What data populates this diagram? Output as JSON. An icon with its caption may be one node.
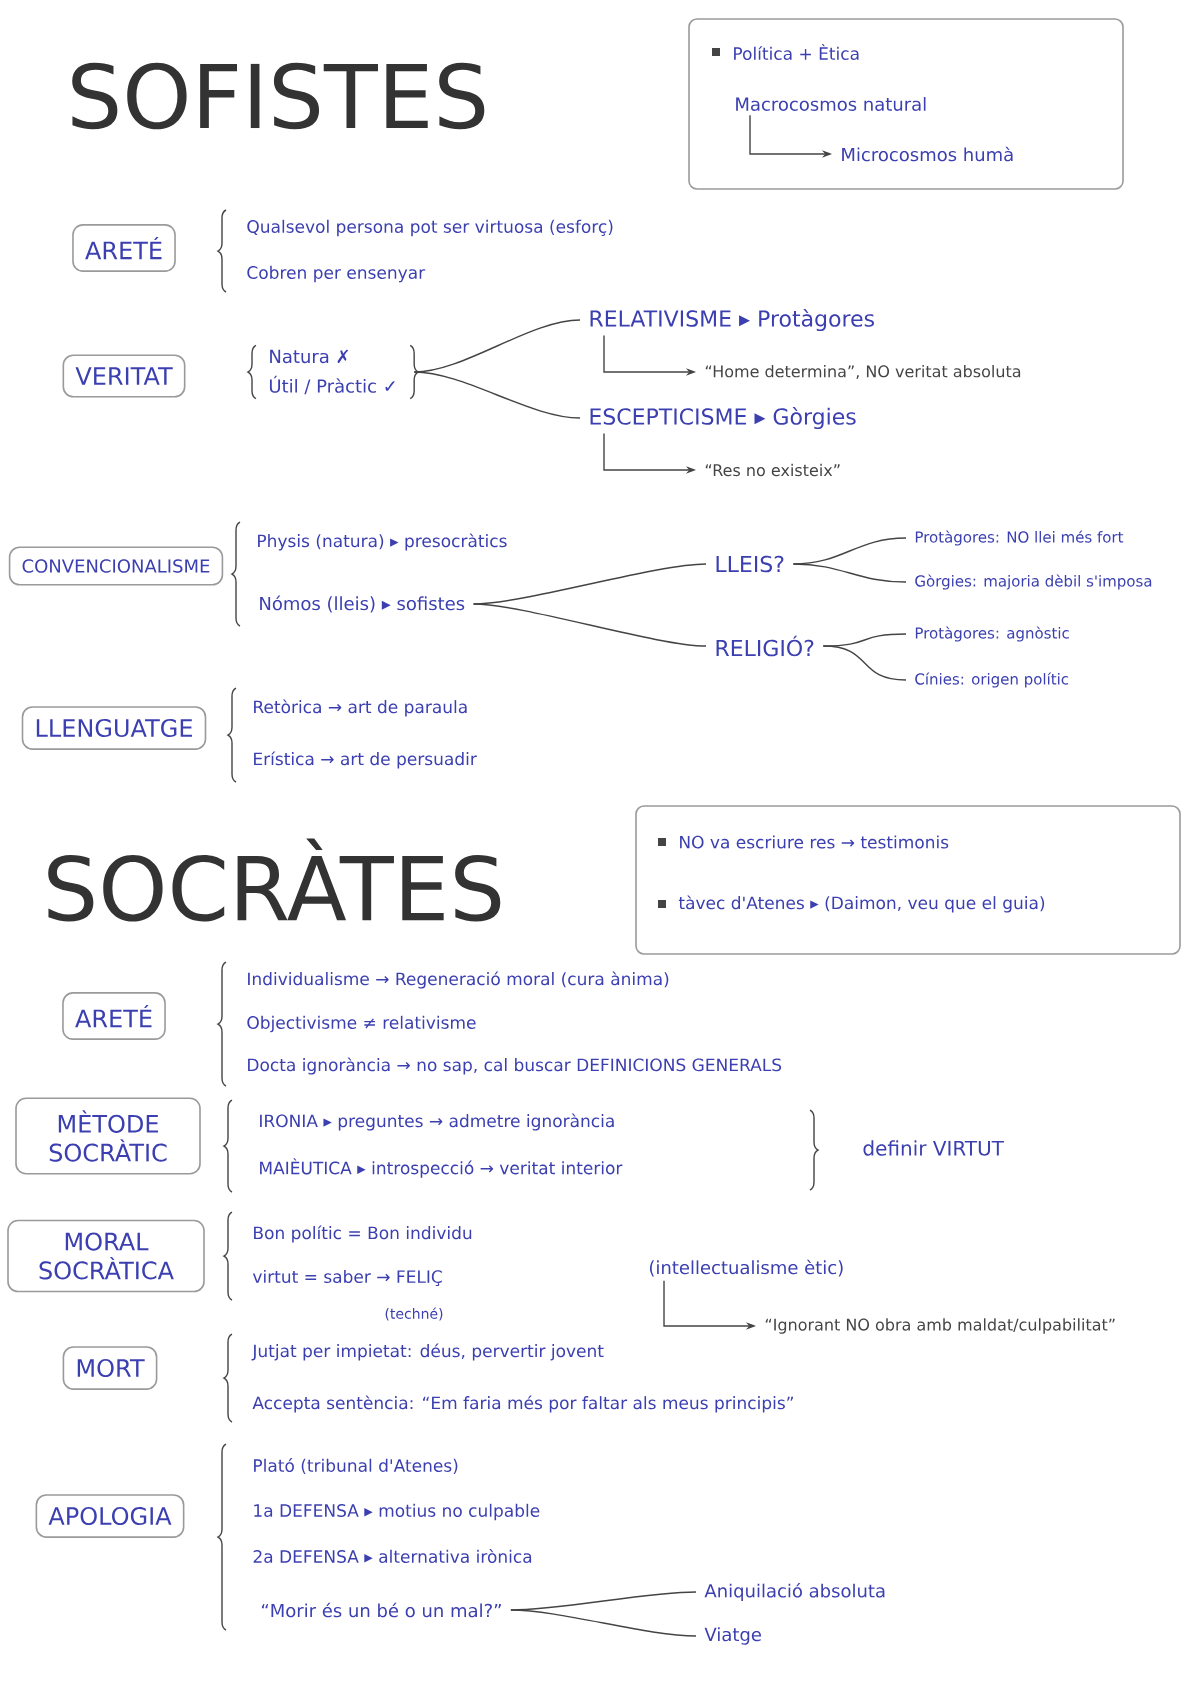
{
  "diagram": {
    "nodes": [
      {
        "text": [
          "Política + Ètica"
        ]
      },
      {
        "text": [
          "Macrocosmos natural"
        ],
        "in": 0
      },
      {
        "text": [
          "Microcosmos humà"
        ],
        "in": 0
      },
      {
        "text": [
          "ARETÉ"
        ]
      },
      {
        "text": [
          "VERITAT"
        ]
      },
      {
        "text": [
          "Natura ✗",
          "Útil / Pràctic ✓"
        ]
      },
      {
        "text": [
          "RELATIVISME ▸ Protàgores"
        ]
      },
      {
        "text": [
          "“Home determina”, NO veritat absoluta"
        ]
      },
      {
        "text": [
          "ESCEPTICISME ▸ Gòrgies"
        ]
      },
      {
        "text": [
          "“Res no existeix”"
        ]
      },
      {
        "text": [
          "CONVENCIONALISME"
        ]
      },
      {
        "text": [
          "Nómos (lleis) ▸ sofistes"
        ]
      },
      {
        "text": [
          "LLEIS?"
        ]
      },
      {
        "text": [
          "Protàgores: NO llei més fort"
        ]
      },
      {
        "text": [
          "Gòrgies: majoria dèbil s'imposa"
        ]
      },
      {
        "text": [
          "RELIGIÓ?"
        ]
      },
      {
        "text": [
          "Protàgores: agnòstic"
        ]
      },
      {
        "text": [
          "Cínies: origen polític"
        ]
      },
      {
        "text": [
          "LLENGUATGE"
        ]
      },
      {
        "text": [
          "NO va escriure res → testimonis",
          "tàvec d'Atenes ▸ (Daimon, veu que el guia)"
        ]
      },
      {
        "text": [
          "ARETÉ"
        ]
      },
      {
        "text": [
          "MÈTODE SOCRÀTIC"
        ]
      },
      {
        "text": [
          "MORAL SOCRÀTICA"
        ]
      },
      {
        "text": [
          "(intellectualisme ètic)"
        ]
      },
      {
        "text": [
          "“Ignorant NO obra amb maldat/culpabilitat”"
        ]
      },
      {
        "text": [
          "MORT"
        ]
      },
      {
        "text": [
          "APOLOGIA"
        ]
      },
      {
        "text": [
          "“Morir és un bé o un mal?”"
        ]
      },
      {
        "text": [
          "Aniquilació absoluta"
        ]
      },
      {
        "text": [
          "Viatge"
        ]
      }
    ],
    "edges": [
      {
        "from": 1,
        "to": 2,
        "arrow": "to"
      },
      {
        "from": 5,
        "to": 6,
        "arrow": "none"
      },
      {
        "from": 5,
        "to": 8,
        "arrow": "none"
      },
      {
        "from": 6,
        "to": 7,
        "arrow": "to"
      },
      {
        "from": 8,
        "to": 9,
        "arrow": "to"
      },
      {
        "from": 11,
        "to": 12,
        "arrow": "none"
      },
      {
        "from": 11,
        "to": 15,
        "arrow": "none"
      },
      {
        "from": 12,
        "to": 13,
        "arrow": "none"
      },
      {
        "from": 12,
        "to": 14,
        "arrow": "none"
      },
      {
        "from": 15,
        "to": 16,
        "arrow": "none"
      },
      {
        "from": 15,
        "to": 17,
        "arrow": "none"
      },
      {
        "from": 23,
        "to": 24,
        "arrow": "to"
      },
      {
        "from": 27,
        "to": 28,
        "arrow": "none"
      },
      {
        "from": 27,
        "to": 29,
        "arrow": "none"
      }
    ],
    "labels": [
      "SOFISTES",
      "Qualsevol persona pot ser virtuosa (esforç)",
      "Cobren per ensenyar",
      "Physis (natura) ▸ presocràtics",
      "Retòrica → art de paraula",
      "Erística → art de persuadir",
      "SOCRÀTES",
      "Individualisme → Regeneració moral (cura ànima)",
      "Objectivisme ≠ relativisme",
      "Docta ignorància → no sap, cal buscar DEFINICIONS GENERALS",
      "IRONIA ▸ preguntes → admetre ignorància",
      "MAIÈUTICA ▸ introspecció → veritat interior",
      "definir VIRTUT",
      "Bon polític = Bon individu",
      "virtut = saber → FELIÇ",
      "(techné)",
      "Jutjat per impietat: déus, pervertir jovent",
      "Accepta sentència: “Em faria més por faltar als meus principis”",
      "Plató (tribunal d'Atenes)",
      "1a DEFENSA ▸ motius no culpable",
      "2a DEFENSA ▸ alternativa irònica"
    ]
  }
}
